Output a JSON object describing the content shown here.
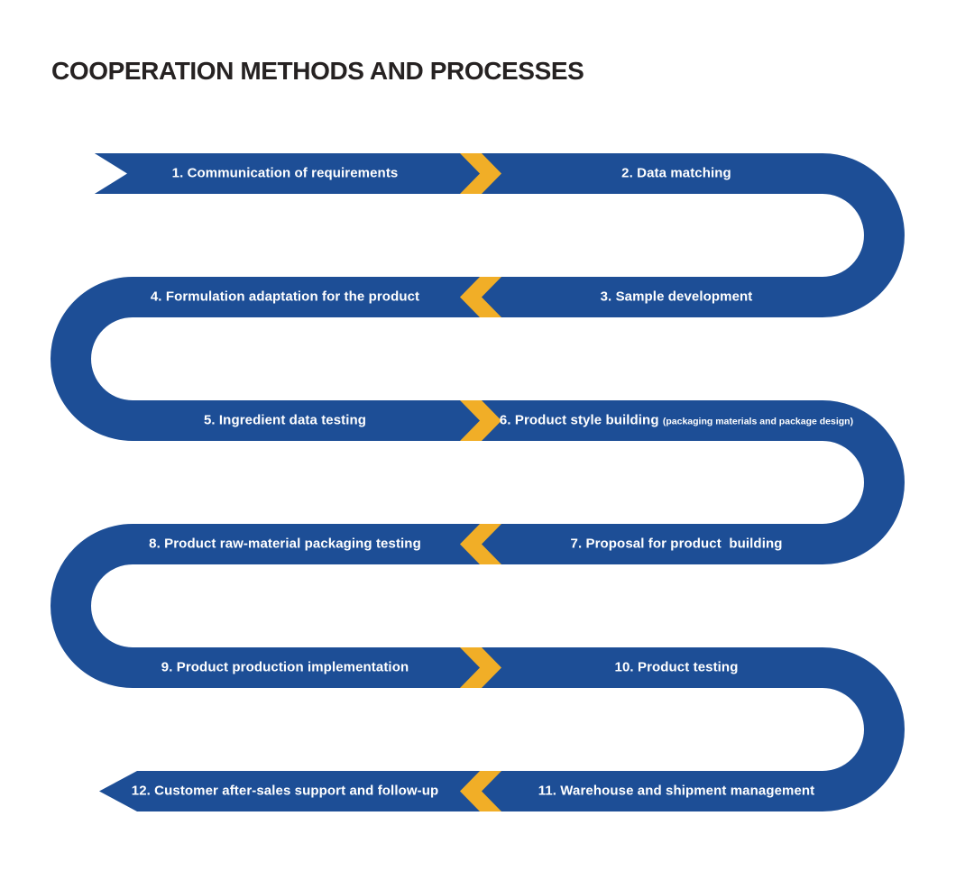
{
  "title": "COOPERATION METHODS AND PROCESSES",
  "colors": {
    "ribbon_blue": "#1d4e96",
    "chevron_yellow": "#f1ae27",
    "title_color": "#262222",
    "label_color": "#ffffff",
    "background": "#ffffff"
  },
  "flow": {
    "shape": "serpentine-ribbon",
    "rows": [
      {
        "left_label": "1. Communication of requirements",
        "right_label": "2. Data matching",
        "chevron_direction": "right"
      },
      {
        "left_label": "4. Formulation adaptation for the product",
        "right_label": "3. Sample development",
        "chevron_direction": "left"
      },
      {
        "left_label": "5. Ingredient data testing",
        "right_label": "6. Product style building ",
        "right_note": "(packaging materials and package design)",
        "chevron_direction": "right"
      },
      {
        "left_label": "8. Product raw-material packaging testing",
        "right_label": "7. Proposal for product  building",
        "chevron_direction": "left"
      },
      {
        "left_label": "9. Product production implementation",
        "right_label": "10. Product testing",
        "chevron_direction": "right"
      },
      {
        "left_label": "12. Customer after-sales support and follow-up",
        "right_label": "11. Warehouse and shipment management",
        "chevron_direction": "left"
      }
    ],
    "step_order": [
      "1. Communication of requirements",
      "2. Data matching",
      "3. Sample development",
      "4. Formulation adaptation for the product",
      "5. Ingredient data testing",
      "6. Product style building (packaging materials and package design)",
      "7. Proposal for product  building",
      "8. Product raw-material packaging testing",
      "9. Product production implementation",
      "10. Product testing",
      "11. Warehouse and shipment management",
      "12. Customer after-sales support and follow-up"
    ]
  }
}
